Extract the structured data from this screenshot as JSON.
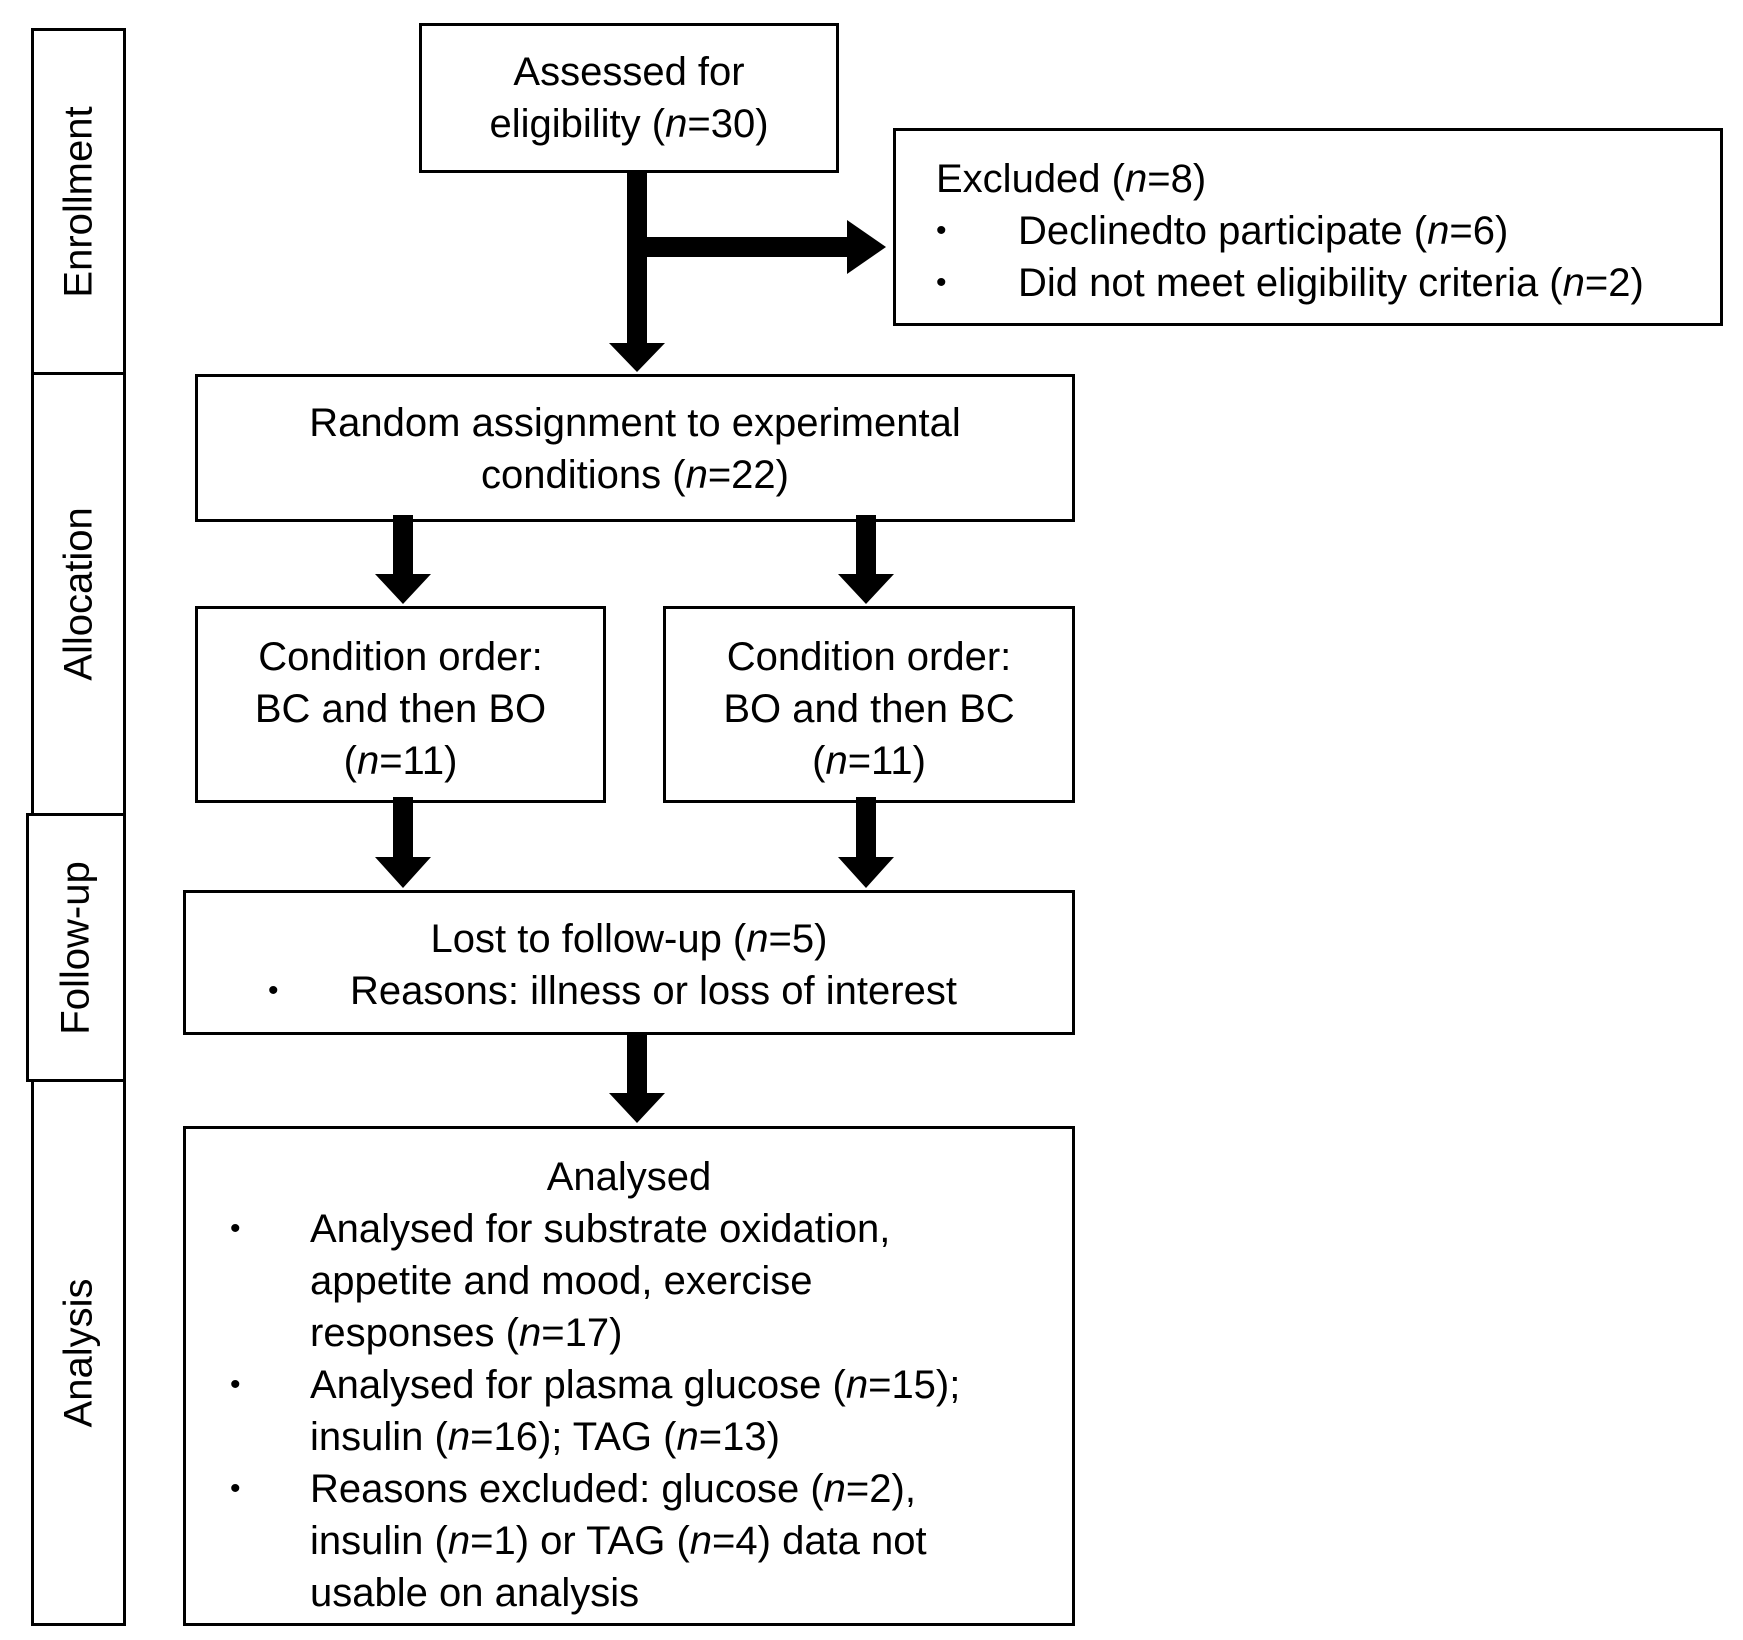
{
  "stages": [
    {
      "label": "Enrollment"
    },
    {
      "label": "Allocation"
    },
    {
      "label": "Follow-up"
    },
    {
      "label": "Analysis"
    }
  ],
  "assessed": {
    "text": "Assessed for",
    "n_prefix": "eligibility (",
    "n_var": "n",
    "n_suffix": "=30)"
  },
  "excluded": {
    "title_prefix": "Excluded (",
    "title_var": "n",
    "title_suffix": "=8)",
    "items": [
      {
        "text": "Declinedto participate (",
        "var": "n",
        "suffix": "=6)"
      },
      {
        "text": "Did not meet eligibility criteria (",
        "var": "n",
        "suffix": "=2)"
      }
    ]
  },
  "random": {
    "line1": "Random assignment to experimental",
    "prefix": "conditions (",
    "var": "n",
    "suffix": "=22)"
  },
  "order_bc": {
    "line1": "Condition order:",
    "line2": "BC and then BO",
    "prefix": "(",
    "var": "n",
    "suffix": "=11)"
  },
  "order_bo": {
    "line1": "Condition order:",
    "line2": "BO and then BC",
    "prefix": "(",
    "var": "n",
    "suffix": "=11)"
  },
  "lost": {
    "prefix": "Lost to follow-up (",
    "var": "n",
    "suffix": "=5)",
    "reason": "Reasons: illness or loss of interest"
  },
  "analysed": {
    "title": "Analysed",
    "item1": {
      "l1": "Analysed for substrate oxidation,",
      "l2": "appetite and mood, exercise",
      "l3_prefix": "responses (",
      "var": "n",
      "l3_suffix": "=17)"
    },
    "item2": {
      "l1_prefix": "Analysed for plasma glucose (",
      "v1": "n",
      "l1_suffix": "=15);",
      "l2_a": "insulin (",
      "v2": "n",
      "l2_b": "=16); TAG (",
      "v3": "n",
      "l2_c": "=13)"
    },
    "item3": {
      "l1_prefix": "Reasons excluded: glucose (",
      "v1": "n",
      "l1_suffix": "=2),",
      "l2_a": "insulin (",
      "v2": "n",
      "l2_b": "=1) or TAG (",
      "v3": "n",
      "l2_c": "=4) data not",
      "l3": "usable on analysis"
    }
  }
}
